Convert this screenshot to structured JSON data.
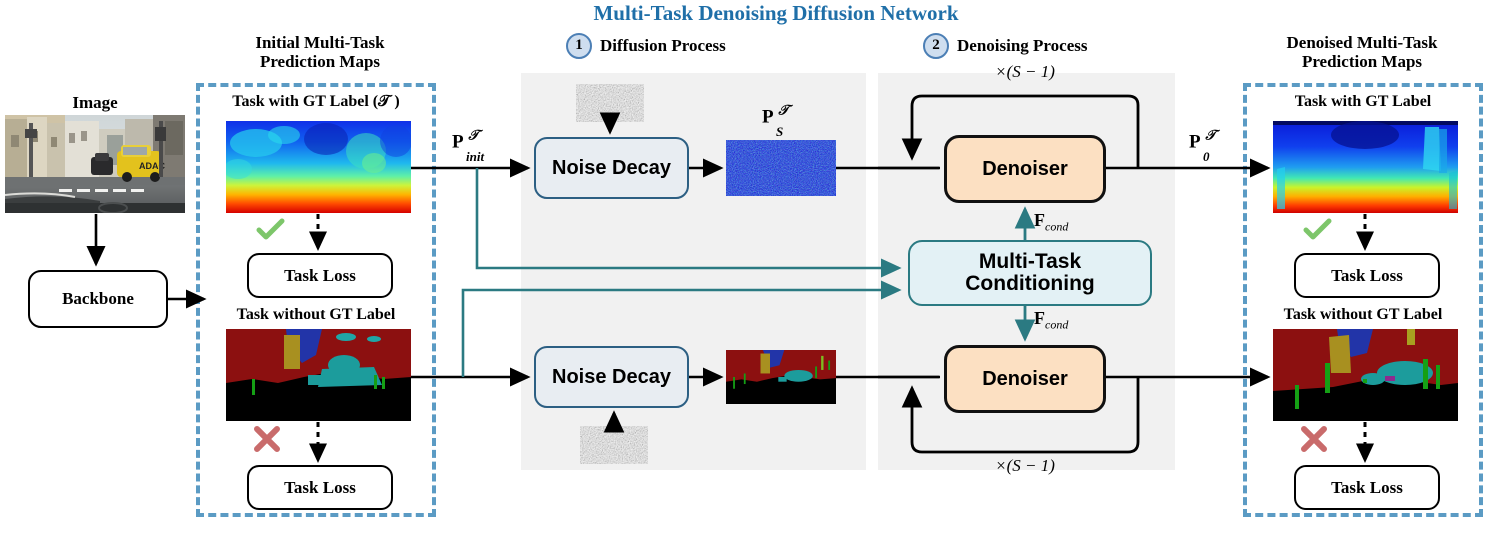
{
  "title": "Multi-Task Denoising Diffusion Network",
  "title_color": "#1F6FA8",
  "stages": [
    {
      "num": "1",
      "label": "Diffusion Process"
    },
    {
      "num": "2",
      "label": "Denoising Process"
    }
  ],
  "left": {
    "image_label": "Image",
    "backbone_label": "Backbone"
  },
  "initial_panel": {
    "heading_line1": "Initial Multi-Task",
    "heading_line2": "Prediction Maps",
    "task_with_gt": "Task with GT Label (𝒯 )",
    "task_without_gt": "Task without GT Label",
    "task_loss_top": "Task Loss",
    "task_loss_bottom": "Task Loss",
    "check_mark": "✓",
    "cross_mark": "✗"
  },
  "denoised_panel": {
    "heading_line1": "Denoised Multi-Task",
    "heading_line2": "Prediction Maps",
    "task_with_gt": "Task with GT Label",
    "task_without_gt": "Task without GT Label",
    "task_loss_top": "Task Loss",
    "task_loss_bottom": "Task Loss",
    "check_mark": "✓",
    "cross_mark": "✗"
  },
  "blocks": {
    "noise_decay_top": "Noise Decay",
    "noise_decay_bottom": "Noise Decay",
    "denoiser_top": "Denoiser",
    "denoiser_bottom": "Denoiser",
    "conditioning_line1": "Multi-Task",
    "conditioning_line2": "Conditioning"
  },
  "math_labels": {
    "p_init": "P",
    "p_init_sup": "𝒯",
    "p_init_sub": "init",
    "p_s": "P",
    "p_s_sup": "𝒯",
    "p_s_sub": "S",
    "p_0": "P",
    "p_0_sup": "𝒯",
    "p_0_sub": "0",
    "f_cond_top": "F",
    "f_cond_top_sub": "cond",
    "f_cond_bottom": "F",
    "f_cond_bottom_sub": "cond",
    "loop_top": "×(S − 1)",
    "loop_bottom": "×(S − 1)"
  },
  "colors": {
    "dashed_panel_border": "#5B9BC4",
    "section_bg": "#F1F1F1",
    "noise_decay_fill": "#E8EDF2",
    "noise_decay_border": "#2C5F83",
    "denoiser_fill": "#FCE0C2",
    "denoiser_border": "#111111",
    "conditioning_fill": "#E3F1F5",
    "conditioning_border": "#2B7A82",
    "teal_arrow": "#2B7A82",
    "check_green": "#7DC66A",
    "cross_red": "#C96B6B",
    "circle_fill": "#CFDEEF",
    "circle_border": "#4C7FB5"
  }
}
